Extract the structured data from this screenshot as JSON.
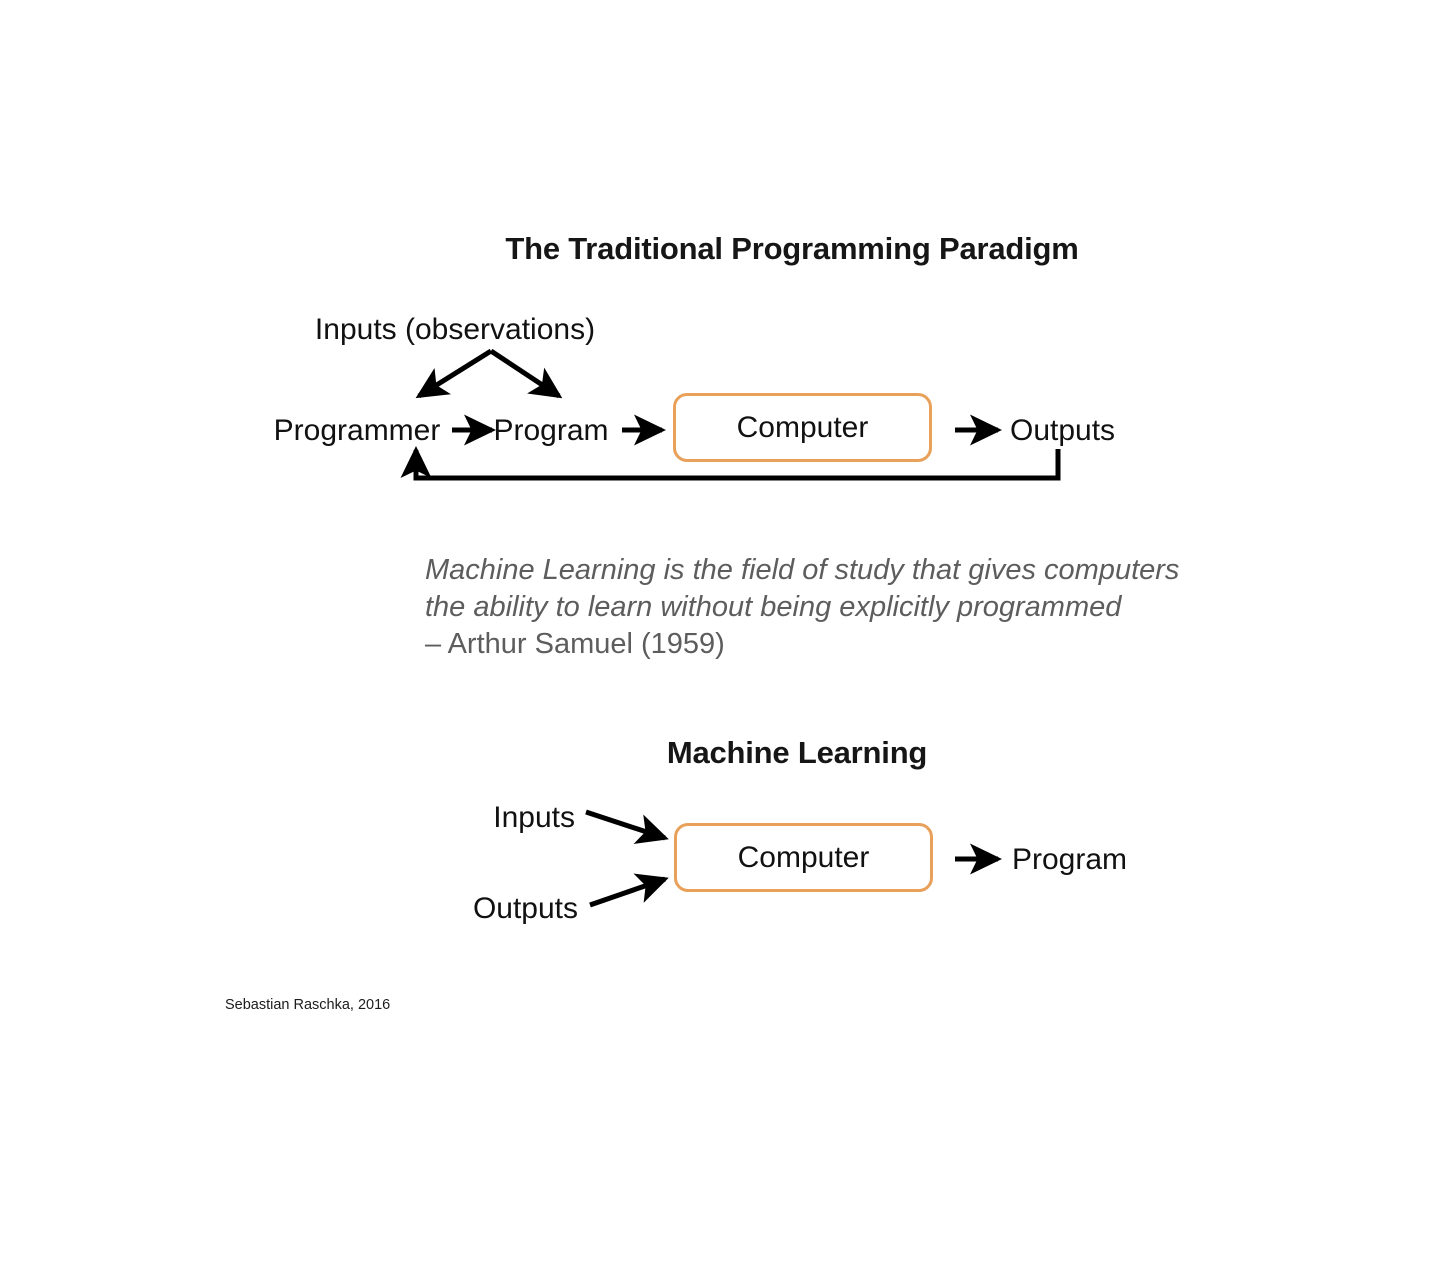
{
  "slide": {
    "background_color": "#ffffff",
    "accent_color": "#E8A05A",
    "text_color": "#111111",
    "quote_color": "#5d5d5d"
  },
  "traditional": {
    "title": "The Traditional Programming Paradigm",
    "inputs_label": "Inputs (observations)",
    "programmer_label": "Programmer",
    "program_label": "Program",
    "computer_label": "Computer",
    "outputs_label": "Outputs"
  },
  "quote": {
    "line1": "Machine Learning is the field of study that gives computers",
    "line2": "the ability to learn without being explicitly programmed",
    "attribution": "– Arthur Samuel (1959)"
  },
  "machine_learning": {
    "title": "Machine Learning",
    "inputs_label": "Inputs",
    "outputs_label": "Outputs",
    "computer_label": "Computer",
    "program_label": "Program"
  },
  "footer": {
    "credit": "Sebastian Raschka, 2016"
  }
}
